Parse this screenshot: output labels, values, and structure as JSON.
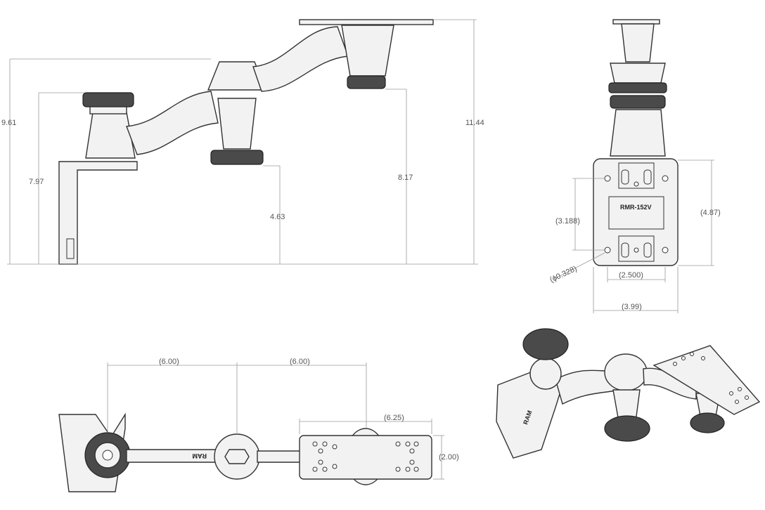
{
  "front_view": {
    "dim_9_61": "9.61",
    "dim_7_97": "7.97",
    "dim_4_63": "4.63",
    "dim_8_17": "8.17",
    "dim_11_44": "11.44"
  },
  "side_view": {
    "dim_3_188": "(3.188)",
    "dim_4_87": "(4.87)",
    "dim_2_500": "(2.500)",
    "dim_3_99": "(3.99)",
    "dim_hole": "(ϕ0.328)",
    "plate_label": "RMR-152V"
  },
  "top_view": {
    "dim_6_00_left": "(6.00)",
    "dim_6_00_right": "(6.00)",
    "dim_6_25": "(6.25)",
    "dim_2_00": "(2.00)",
    "arm_marking": "RAM"
  },
  "iso_view": {
    "arm_marking": "RAM"
  },
  "colors": {
    "line": "#333333",
    "dimension": "#9a9a9a",
    "knob": "#4a4a4a",
    "background": "#ffffff"
  }
}
